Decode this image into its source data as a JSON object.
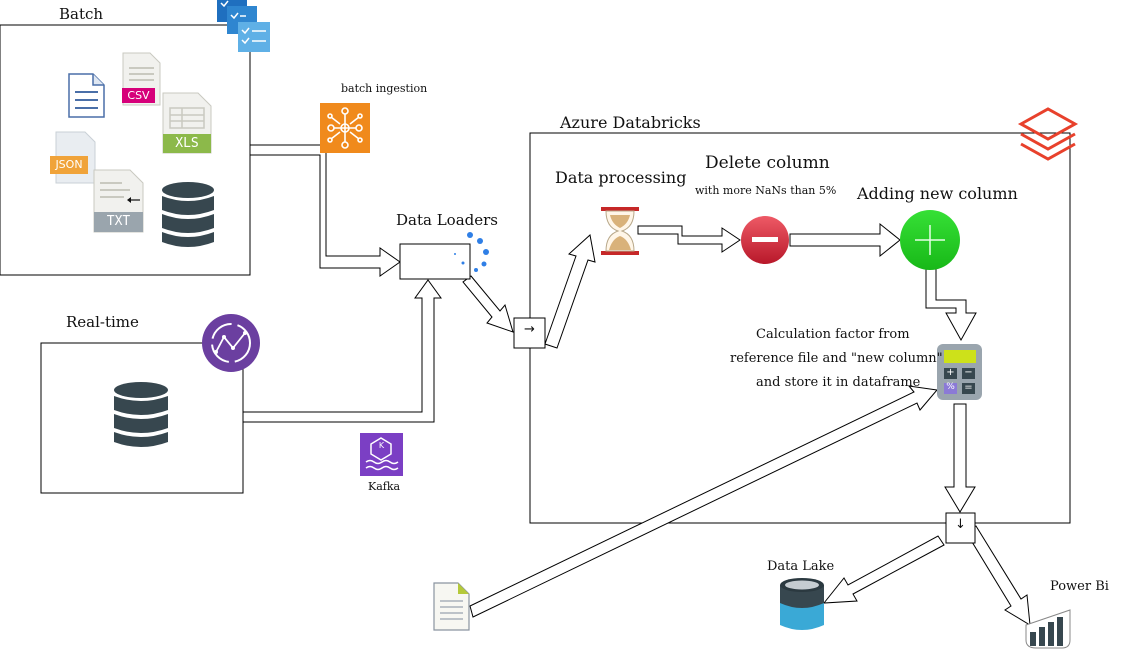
{
  "nodes": {
    "batch": {
      "label": "Batch"
    },
    "realtime": {
      "label": "Real-time"
    },
    "batch_ingestion": {
      "label": "batch ingestion"
    },
    "kafka": {
      "label": "Kafka",
      "icon_letter": "K"
    },
    "data_loaders": {
      "label": "Data Loaders"
    },
    "azure_databricks": {
      "label": "Azure Databricks"
    },
    "data_processing": {
      "label": "Data processing"
    },
    "delete_column": {
      "label": "Delete column",
      "sublabel": "with more NaNs than 5%"
    },
    "adding_new_column": {
      "label": "Adding new column"
    },
    "calculation": {
      "lines": [
        "Calculation factor from",
        "reference file and \"new column\"",
        "and store it in dataframe"
      ]
    },
    "data_lake": {
      "label": "Data Lake"
    },
    "power_bi": {
      "label": "Power Bi"
    }
  },
  "file_icons": {
    "csv": "CSV",
    "xls": "XLS",
    "json": "JSON",
    "txt": "TXT"
  },
  "connector_glyphs": {
    "right": "→",
    "down": "↓"
  },
  "calculator_keys": [
    "+",
    "−",
    "%",
    "="
  ],
  "colors": {
    "csv": "#d6007a",
    "xls": "#8cb94a",
    "json": "#f0a33a",
    "txt": "#9aa5ad",
    "database": "#37474f",
    "ingestion_orange": "#f08a1c",
    "kafka_purple": "#7b3fc4",
    "realtime_purple": "#6b3fa0",
    "databricks_red": "#e8412c",
    "delete_red": "#d42a3a",
    "add_green": "#2ecc2e",
    "loader_dots": "#2f7fe6",
    "lake_blue": "#3aa9d6"
  }
}
